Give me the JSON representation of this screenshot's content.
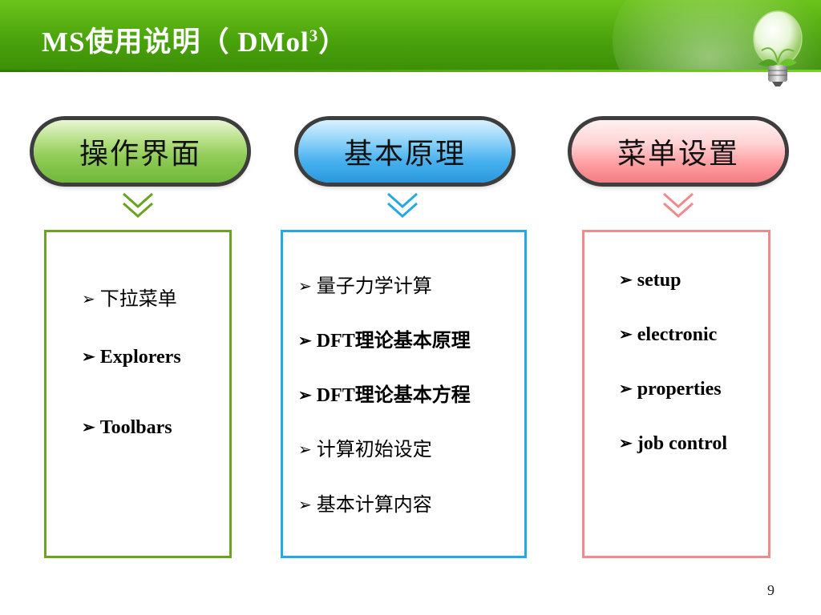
{
  "slide": {
    "title_main": "MS使用说明（ DMol",
    "title_sup": "3",
    "title_end": "）",
    "page_number": "9"
  },
  "columns": [
    {
      "header": "操作界面",
      "color": "#6aa31f",
      "items": [
        "下拉菜单",
        "Explorers",
        "Toolbars"
      ]
    },
    {
      "header": "基本原理",
      "color": "#22a9e6",
      "items": [
        "量子力学计算",
        "DFT理论基本原理",
        "DFT理论基本方程",
        "计算初始设定",
        "基本计算内容"
      ]
    },
    {
      "header": "菜单设置",
      "color": "#ef8a8e",
      "items": [
        "setup",
        "electronic",
        "properties",
        "job control"
      ]
    }
  ],
  "icons": {
    "bullet": "➢",
    "chevron": "chevron-down-icon",
    "logo": "lightbulb-icon"
  }
}
